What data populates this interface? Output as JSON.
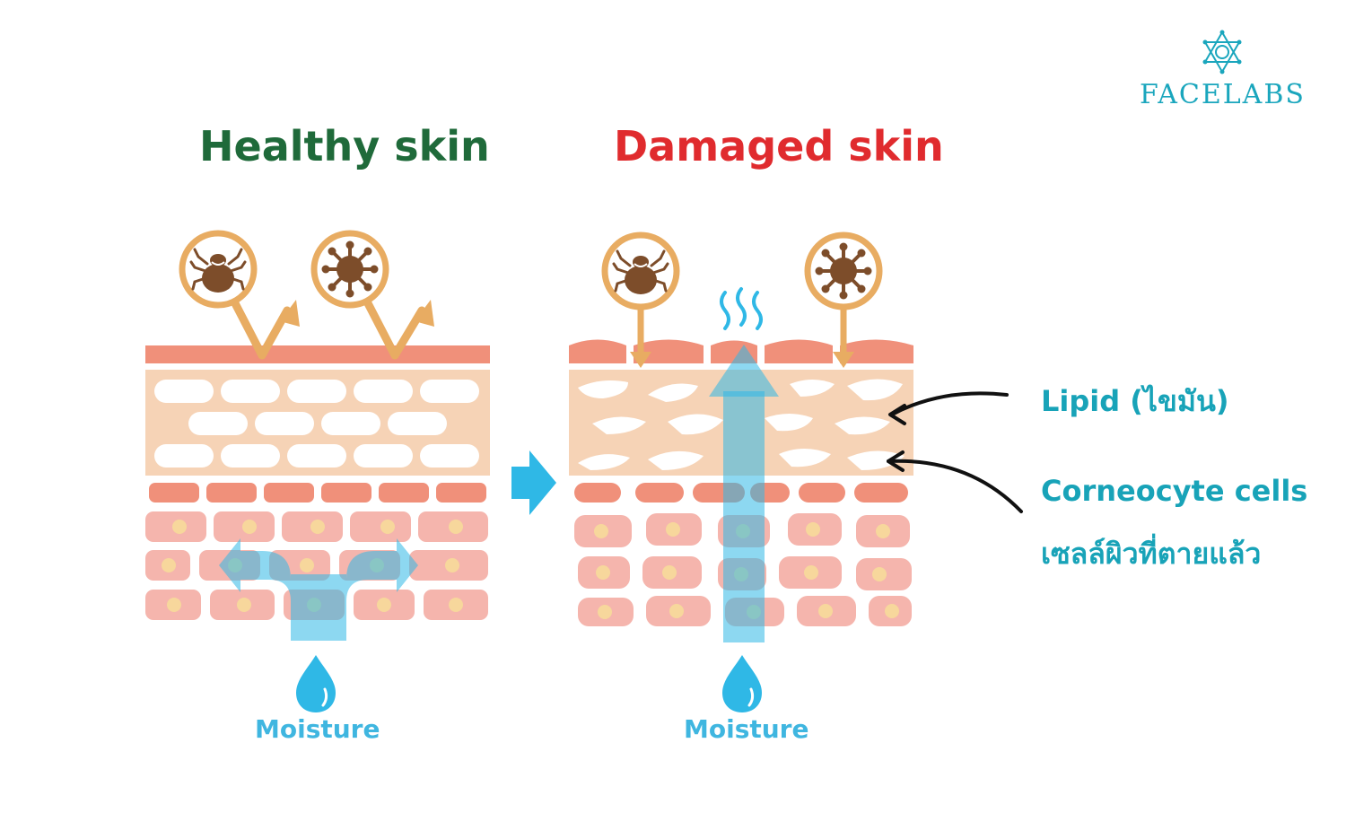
{
  "brand": {
    "name": "FACELABS",
    "color": "#1aa6bd"
  },
  "healthy": {
    "title": "Healthy skin",
    "moisture_label": "Moisture",
    "title_color": "#1f6a3a"
  },
  "damaged": {
    "title": "Damaged skin",
    "moisture_label": "Moisture",
    "title_color": "#e02b2e"
  },
  "callouts": {
    "lipid": "Lipid (ไขมัน)",
    "corneocyte": "Corneocyte cells",
    "corneocyte_thai": "เซลล์ผิวที่ตายแล้ว"
  },
  "icons": [
    "mite-icon",
    "virus-icon",
    "water-drop-icon",
    "transition-arrow-icon",
    "logo-star-icon"
  ],
  "colors": {
    "surface": "#f0907a",
    "lipid_layer": "#f6d3b6",
    "cells": "#f5b5ad",
    "nucleus": "#f7d79c",
    "badge": "#e8ac62",
    "germ": "#7d4d2a",
    "moisture": "#2fb8e6"
  }
}
